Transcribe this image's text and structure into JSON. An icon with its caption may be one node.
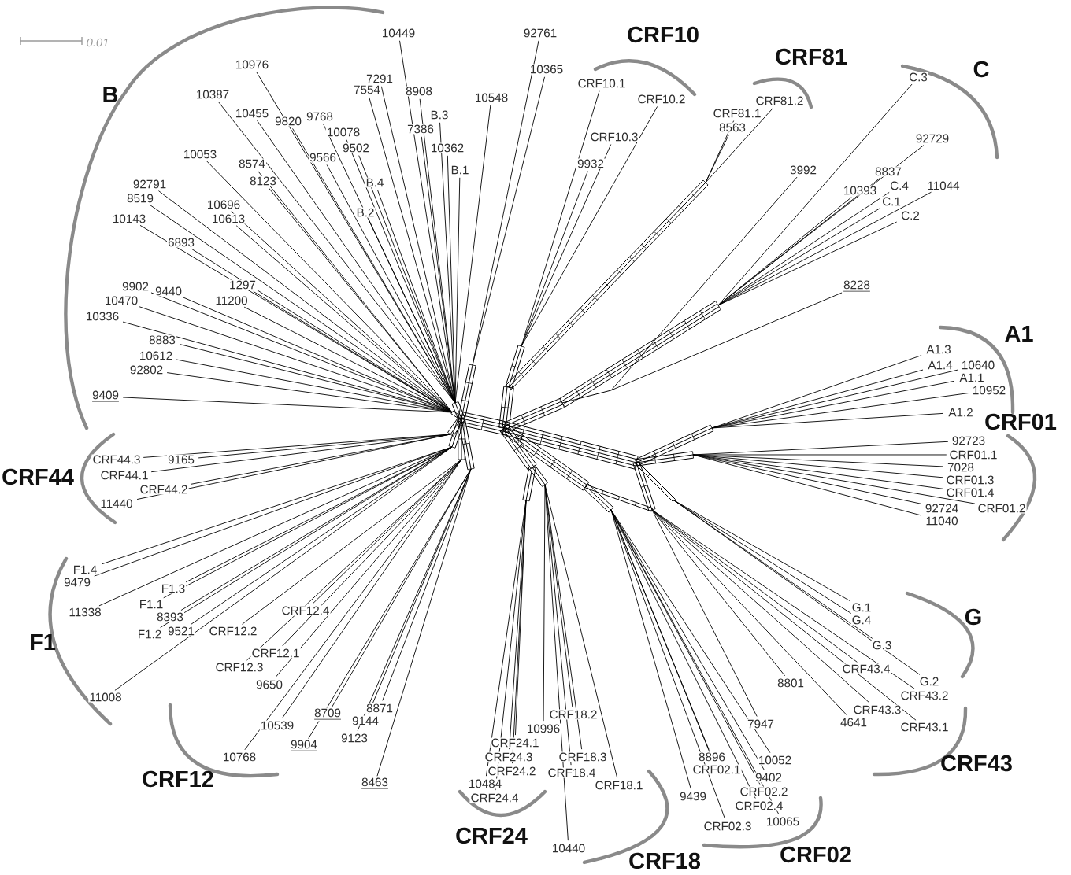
{
  "diagram": {
    "labels": [
      "0.01",
      "B",
      "10976",
      "10387",
      "10455",
      "9820",
      "9768",
      "10078",
      "9502",
      "9566",
      "10053",
      "8574",
      "8123",
      "92791",
      "8519",
      "10143",
      "10696",
      "10613",
      "6893",
      "9902",
      "9440",
      "1297",
      "10470",
      "11200",
      "10336",
      "8883",
      "10612",
      "92802",
      "9409",
      "10449",
      "7291",
      "7554",
      "8908",
      "B.3",
      "7386",
      "10362",
      "B.1",
      "B.4",
      "B.2",
      "10548",
      "92761",
      "10365",
      "CRF10",
      "CRF10.1",
      "CRF10.2",
      "CRF10.3",
      "9932",
      "CRF81",
      "CRF81.2",
      "CRF81.1",
      "8563",
      "3992",
      "C",
      "C.3",
      "92729",
      "8837",
      "C.4",
      "11044",
      "10393",
      "C.1",
      "C.2",
      "8228",
      "A1",
      "A1.3",
      "A1.4",
      "10640",
      "A1.1",
      "10952",
      "A1.2",
      "CRF01",
      "92723",
      "CRF01.1",
      "7028",
      "CRF01.3",
      "CRF01.4",
      "92724",
      "CRF01.2",
      "11040",
      "CRF44",
      "CRF44.3",
      "9165",
      "CRF44.1",
      "CRF44.2",
      "11440",
      "F1",
      "F1.4",
      "9479",
      "F1.3",
      "F1.1",
      "11338",
      "8393",
      "F1.2",
      "9521",
      "11008",
      "CRF12",
      "CRF12.4",
      "CRF12.2",
      "CRF12.1",
      "CRF12.3",
      "9650",
      "10539",
      "10768",
      "8709",
      "8871",
      "9144",
      "9123",
      "9904",
      "8463",
      "CRF24",
      "CRF24.1",
      "CRF24.3",
      "CRF24.2",
      "10484",
      "CRF24.4",
      "CRF18",
      "CRF18.2",
      "10996",
      "CRF18.3",
      "CRF18.4",
      "CRF18.1",
      "10440",
      "CRF02",
      "9439",
      "8896",
      "CRF02.1",
      "10052",
      "9402",
      "CRF02.2",
      "CRF02.4",
      "CRF02.3",
      "10065",
      "CRF43",
      "8801",
      "CRF43.4",
      "CRF43.2",
      "CRF43.3",
      "4641",
      "CRF43.1",
      "7947",
      "G",
      "G.1",
      "G.4",
      "G.3",
      "G.2"
    ]
  }
}
